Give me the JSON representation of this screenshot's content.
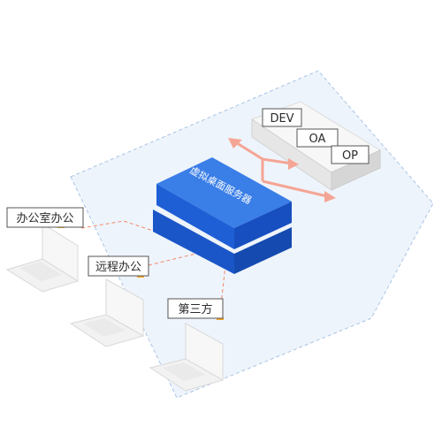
{
  "network_diagram": {
    "server": {
      "label": "虚拟桌面服务器"
    },
    "systems": [
      {
        "label": "DEV"
      },
      {
        "label": "OA"
      },
      {
        "label": "OP"
      }
    ],
    "clients": [
      {
        "label": "办公室办公"
      },
      {
        "label": "远程办公"
      },
      {
        "label": "第三方"
      }
    ]
  },
  "colors": {
    "server_top": "#3a7ee8",
    "server_front": "#1f5fd6",
    "server_side": "#154bb0",
    "zone_fill": "#eef4fb",
    "zone_border": "#a9c3e6",
    "dashed_link": "#f08a6a",
    "arrow": "#f5a595",
    "label_border": "#555555",
    "tag_accent": "#f5a623"
  },
  "icons": {
    "client_device": "laptop-icon",
    "system_block": "server-stack-icon"
  }
}
